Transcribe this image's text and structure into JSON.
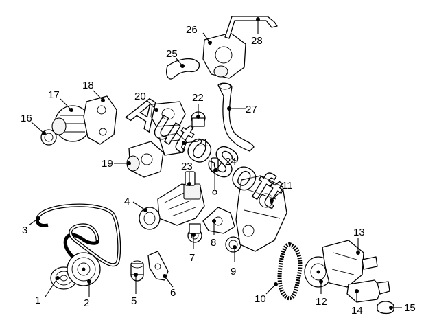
{
  "watermark": "AutoSoft",
  "callouts": [
    {
      "id": "c1",
      "label": "1"
    },
    {
      "id": "c2",
      "label": "2"
    },
    {
      "id": "c3",
      "label": "3"
    },
    {
      "id": "c4",
      "label": "4"
    },
    {
      "id": "c5",
      "label": "5"
    },
    {
      "id": "c6",
      "label": "6"
    },
    {
      "id": "c7",
      "label": "7"
    },
    {
      "id": "c8",
      "label": "8"
    },
    {
      "id": "c9",
      "label": "9"
    },
    {
      "id": "c10",
      "label": "10"
    },
    {
      "id": "c11",
      "label": "11"
    },
    {
      "id": "c12",
      "label": "12"
    },
    {
      "id": "c13",
      "label": "13"
    },
    {
      "id": "c14",
      "label": "14"
    },
    {
      "id": "c15",
      "label": "15"
    },
    {
      "id": "c16",
      "label": "16"
    },
    {
      "id": "c17",
      "label": "17"
    },
    {
      "id": "c18",
      "label": "18"
    },
    {
      "id": "c19",
      "label": "19"
    },
    {
      "id": "c20",
      "label": "20"
    },
    {
      "id": "c21",
      "label": "21"
    },
    {
      "id": "c22",
      "label": "22"
    },
    {
      "id": "c23",
      "label": "23"
    },
    {
      "id": "c24",
      "label": "24"
    },
    {
      "id": "c25",
      "label": "25"
    },
    {
      "id": "c26",
      "label": "26"
    },
    {
      "id": "c27",
      "label": "27"
    },
    {
      "id": "c28",
      "label": "28"
    }
  ]
}
